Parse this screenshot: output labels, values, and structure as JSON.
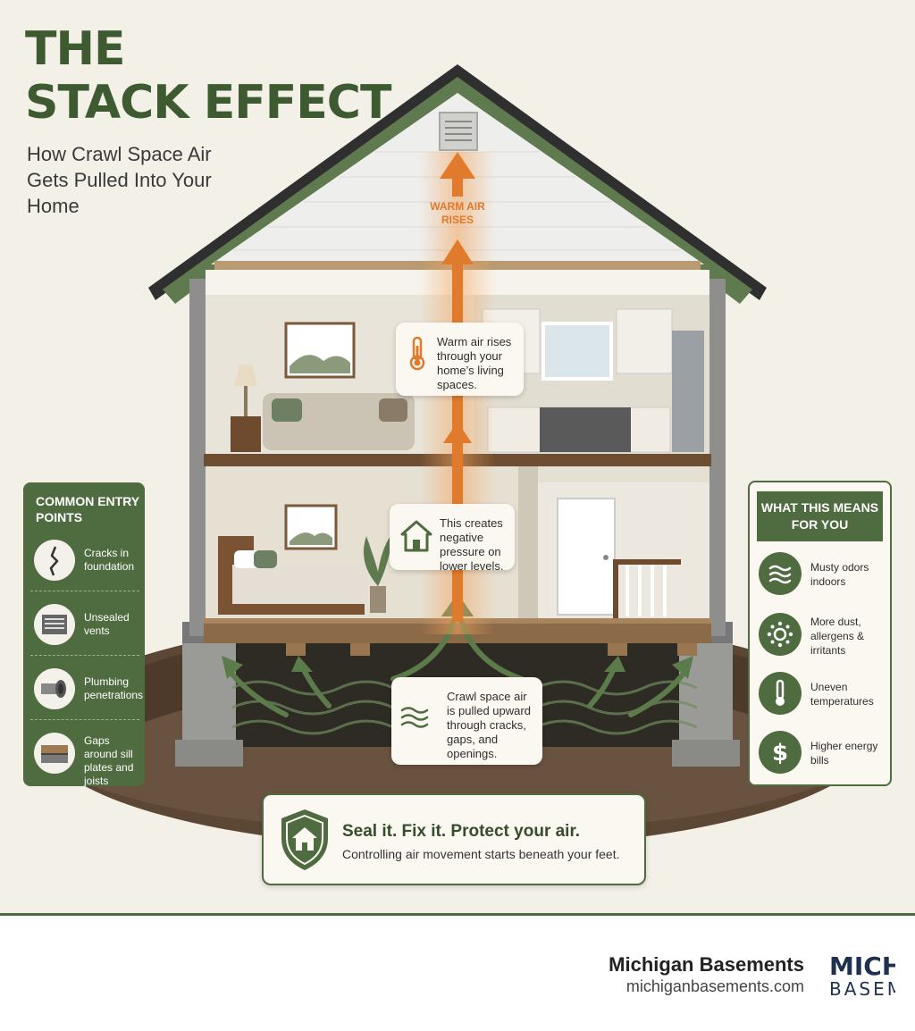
{
  "title": {
    "line1": "THE",
    "line2": "STACK EFFECT"
  },
  "subtitle": "How Crawl Space Air Gets Pulled Into Your Home",
  "labels": {
    "warm_air": "WARM AIR RISES",
    "callout1": "Warm air rises through your home’s living spaces.",
    "callout2": "This creates negative pressure on lower levels.",
    "callout3": "Crawl space air is pulled upward through cracks, gaps, and openings."
  },
  "entry_points": {
    "heading": "COMMON ENTRY POINTS",
    "items": [
      {
        "label": "Cracks in foundation",
        "icon": "foundation-crack-icon"
      },
      {
        "label": "Unsealed vents",
        "icon": "vent-icon"
      },
      {
        "label": "Plumbing penetrations",
        "icon": "pipe-icon"
      },
      {
        "label": "Gaps around sill plates and joists",
        "icon": "sill-plate-icon"
      }
    ]
  },
  "meaning": {
    "heading": "WHAT THIS MEANS FOR YOU",
    "items": [
      {
        "label": "Musty odors indoors",
        "icon": "odor-waves-icon"
      },
      {
        "label": "More dust, allergens & irritants",
        "icon": "allergen-icon"
      },
      {
        "label": "Uneven temperatures",
        "icon": "thermometer-icon"
      },
      {
        "label": "Higher energy bills",
        "icon": "dollar-icon"
      }
    ]
  },
  "banner": {
    "title": "Seal it. Fix it. Protect your air.",
    "subtitle": "Controlling air movement starts beneath your feet."
  },
  "footer": {
    "brand_name": "Michigan Basements",
    "brand_url": "michiganbasements.com",
    "logo_line1": "MICH",
    "logo_line2": "BASEM"
  },
  "colors": {
    "brand_green": "#4f6b40",
    "arrow_orange": "#e07a2c",
    "background": "#f3f0e8"
  }
}
